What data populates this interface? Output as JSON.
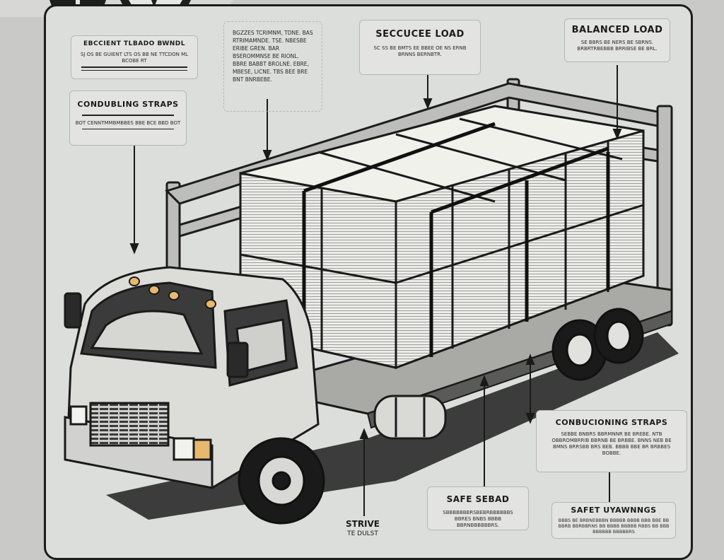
{
  "top_strip": {
    "icons": [
      "info-icon",
      "warning-icon"
    ]
  },
  "callouts": {
    "securing_load": {
      "title": "EBCCIENT TLBADO BWNDL",
      "body": "SJ OS BE GUIENT LTS OS BB NE TTCDON ML BCOBE RT"
    },
    "load_notes": {
      "body": "BGZZES TCRIMNM, TDNE. BAS RTRIMAMNDE. TSE. NBESBE ERIBE GREN. BAR BSEROMMNSE BE RIONL. BBRE BABBT BROLNE. EBRE, MBESE, LICNE. TBS BEE BRE BNT BNRBEBE."
    },
    "secured_load": {
      "title": "SECCUCEE LOAD",
      "body": "SC SS BE BMTS EE BBEE OE NS ERNB BRNNS BERNBTR."
    },
    "balanced_load": {
      "title": "BALANCED LOAD",
      "body": "SE BBRS BE NERS BE SBRNS. BRBRTRBEBBB BRRIBSE BE BRL."
    },
    "conditioning_straps_left": {
      "title": "CONDUBLING STRAPS",
      "body": "BOT CENNTMMBMBBES BBE BCE BBD BOT"
    },
    "conditioning_straps_right": {
      "title": "CONBUCIONING STRAPS",
      "body": "SEBBE BNBRS BBRMNNR BE BREBE. NTB OBBROMBRRIB BBRNB BE BRBBE. BNNS NEB BE BMNS BRRSBB BRS BEB. BBBB BBE BR BRBBES BOBBE."
    },
    "safe_seal": {
      "title": "SAFE SEBAD",
      "body": "SBBBBBBBRSBEBRBBBBBBS BBRES BNBS BBBB BBRNBBBBBBRS."
    },
    "safety_warnings": {
      "title": "SAFET UYAWNNGS",
      "body": "BBBS BE BRBNEBBBN BBBBB BBBB BBB BBE BB BBRB BBRBBRNS BB BBBB BBBBB RBBS BB BBB BBBBBB BBBBBRS"
    },
    "strive": {
      "title": "STRIVE",
      "subtitle": "TE DULST"
    }
  },
  "colors": {
    "background": "#c9cac7",
    "panel": "#dcdedb",
    "callout_box": "#e3e4e1",
    "ink": "#1a1a1a",
    "amber_light": "#e8b86d"
  }
}
